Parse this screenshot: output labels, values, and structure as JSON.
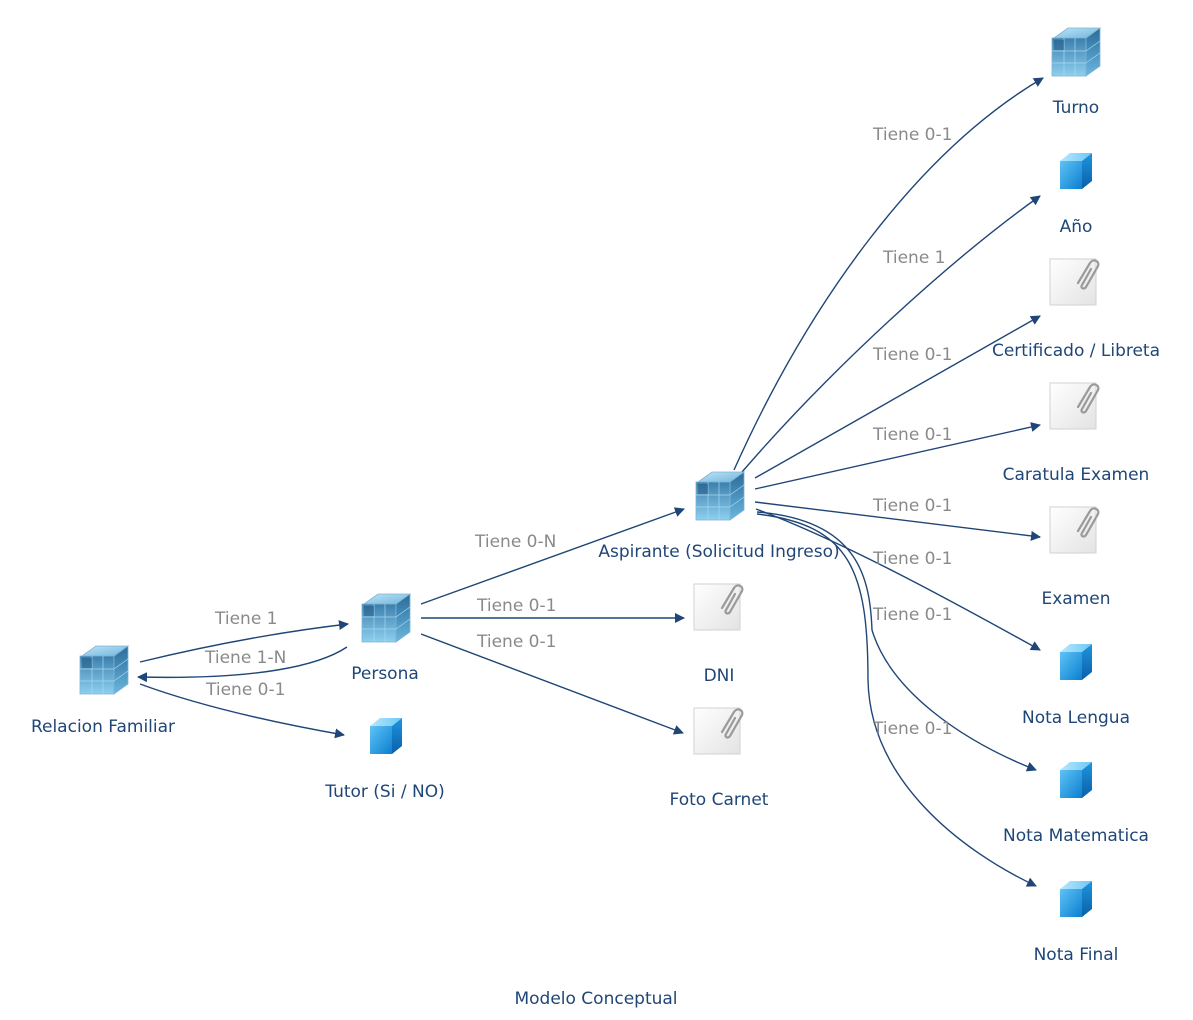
{
  "caption": "Modelo Conceptual",
  "colors": {
    "edge": "#1f4677",
    "node_label": "#1f4677",
    "edge_label": "#8a8a8a",
    "entity_icon": "#3d8fc4",
    "attribute_icon": "#1e9be0",
    "document_icon": "#f2f2f2"
  },
  "nodes": {
    "relacion_familiar": {
      "label": "Relacion Familiar",
      "icon": "entity-cube-icon"
    },
    "persona": {
      "label": "Persona",
      "icon": "entity-cube-icon"
    },
    "tutor": {
      "label": "Tutor (Si / NO)",
      "icon": "attribute-cube-icon"
    },
    "aspirante": {
      "label": "Aspirante (Solicitud Ingreso)",
      "icon": "entity-cube-icon"
    },
    "dni": {
      "label": "DNI",
      "icon": "paperclip-document-icon"
    },
    "foto_carnet": {
      "label": "Foto Carnet",
      "icon": "paperclip-document-icon"
    },
    "turno": {
      "label": "Turno",
      "icon": "entity-cube-icon"
    },
    "anio": {
      "label": "Año",
      "icon": "attribute-cube-icon"
    },
    "certificado": {
      "label": "Certificado / Libreta",
      "icon": "paperclip-document-icon"
    },
    "caratula": {
      "label": "Caratula Examen",
      "icon": "paperclip-document-icon"
    },
    "examen": {
      "label": "Examen",
      "icon": "paperclip-document-icon"
    },
    "nota_lengua": {
      "label": "Nota Lengua",
      "icon": "attribute-cube-icon"
    },
    "nota_matematica": {
      "label": "Nota Matematica",
      "icon": "attribute-cube-icon"
    },
    "nota_final": {
      "label": "Nota Final",
      "icon": "attribute-cube-icon"
    }
  },
  "edges": {
    "rf_persona": {
      "label": "Tiene 1"
    },
    "persona_rf": {
      "label": "Tiene 1-N"
    },
    "rf_tutor": {
      "label": "Tiene 0-1"
    },
    "persona_aspirante": {
      "label": "Tiene 0-N"
    },
    "persona_dni": {
      "label": "Tiene 0-1"
    },
    "persona_foto": {
      "label": "Tiene 0-1"
    },
    "asp_turno": {
      "label": "Tiene 0-1"
    },
    "asp_anio": {
      "label": "Tiene 1"
    },
    "asp_certificado": {
      "label": "Tiene 0-1"
    },
    "asp_caratula": {
      "label": "Tiene 0-1"
    },
    "asp_examen": {
      "label": "Tiene 0-1"
    },
    "asp_nota_lengua": {
      "label": "Tiene 0-1"
    },
    "asp_nota_matematica": {
      "label": "Tiene 0-1"
    },
    "asp_nota_final": {
      "label": "Tiene 0-1"
    }
  }
}
